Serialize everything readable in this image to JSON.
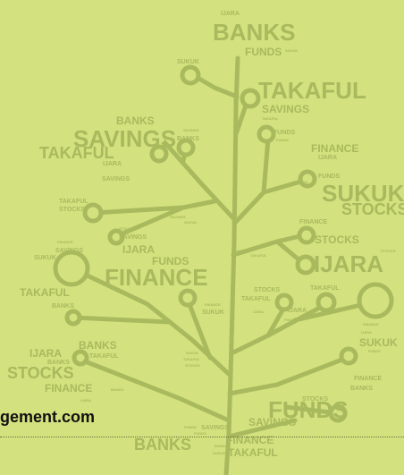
{
  "colors": {
    "background": "#d3e27e",
    "tree": "#a9b95e",
    "caption": "#111111"
  },
  "caption": "gement.com",
  "words": {
    "w01": "IJARA",
    "w02": "BANKS",
    "w03": "FUNDS",
    "w04": "SUKUK",
    "w05": "SUKUK",
    "w06": "TAKAFUL",
    "w07": "SAVINGS",
    "w08": "TAKAFUL",
    "w09": "BANKS",
    "w10": "SAVINGS",
    "w11": "TAKAFUL",
    "w12": "IJARA",
    "w13": "SAVINGS",
    "w14": "BANKS",
    "w15": "SAVINGS",
    "w16": "FUNDS",
    "w17": "FUNDS",
    "w18": "FINANCE",
    "w19": "IJARA",
    "w20": "FUNDS",
    "w21": "BANKS",
    "w22": "SUKUK",
    "w23": "STOCKS",
    "w24": "TAKAFUL",
    "w25": "STOCKS",
    "w26": "STOCKS",
    "w27": "SAVINGS",
    "w28": "SAVINGS",
    "w29": "SUKUK",
    "w30": "FINANCE",
    "w31": "STOCKS",
    "w32": "IJARA",
    "w33": "STOCKS",
    "w34": "FINANCE",
    "w35": "SAVINGS",
    "w36": "SUKUK",
    "w37": "IJARA",
    "w38": "FUNDS",
    "w39": "FINANCE",
    "w40": "FUNDS",
    "w41": "TAKAFUL",
    "w42": "TAKAFUL",
    "w43": "FINANCE",
    "w44": "SUKUK",
    "w45": "BANKS",
    "w46": "STOCKS",
    "w47": "TAKAFUL",
    "w48": "IJARA",
    "w49": "FINANCE",
    "w50": "IJARA",
    "w51": "IJARA",
    "w52": "FINANCE",
    "w53": "TAKAFUL",
    "w54": "BANKS",
    "w55": "SUKUK",
    "w56": "TAKAFUL",
    "w57": "STOCKS",
    "w58": "SUKUK",
    "w59": "IJARA",
    "w60": "BANKS",
    "w61": "TAKAFUL",
    "w62": "FUNDS",
    "w63": "STOCKS",
    "w64": "FINANCE",
    "w65": "BANKS",
    "w66": "IJARA",
    "w67": "SUKUK",
    "w68": "FUNDS",
    "w69": "FINANCE",
    "w70": "BANKS",
    "w71": "STOCKS",
    "w72": "FUNDS",
    "w73": "SAVINGS",
    "w74": "FUNDS",
    "w75": "SAVINGS",
    "w76": "BANKS",
    "w77": "FINANCE",
    "w78": "TAKAFUL",
    "w79": "BANKS"
  }
}
